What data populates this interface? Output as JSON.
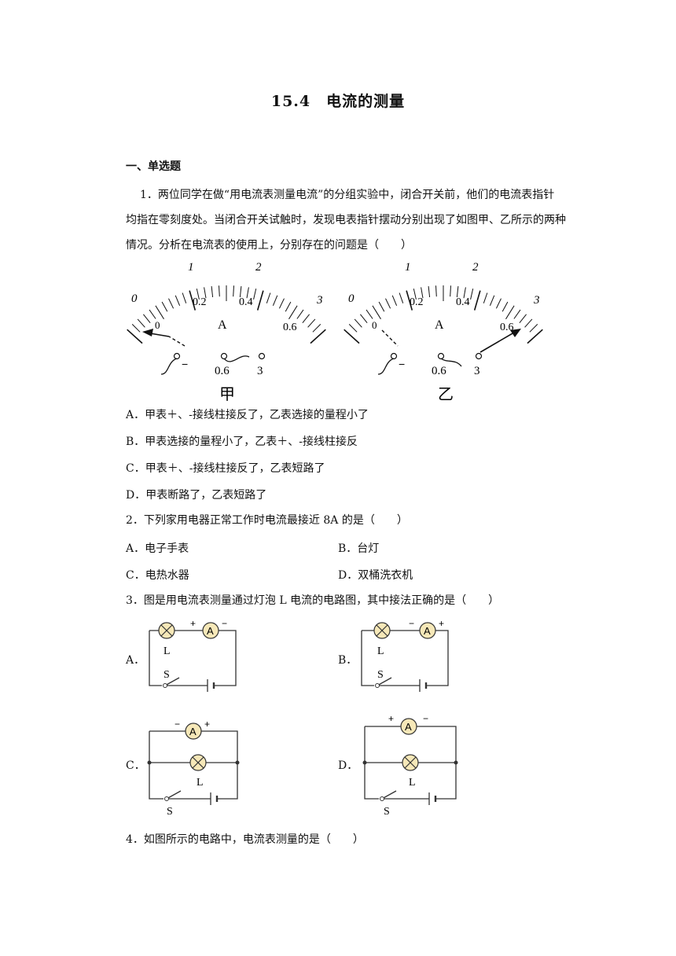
{
  "title": "15.4　电流的测量",
  "section1": "一、单选题",
  "q1": {
    "lines": [
      "1．两位同学在做“用电流表测量电流”的分组实验中，闭合开关前，他们的电流表指针",
      "均指在零刻度处。当闭合开关试触时，发现电表指针摆动分别出现了如图甲、乙所示的两种",
      "情况。分析在电流表的使用上，分别存在的问题是（　　）"
    ],
    "figure": {
      "scale_top": [
        "0",
        "1",
        "2",
        "3"
      ],
      "scale_bottom": [
        "0",
        "0.2",
        "0.4",
        "0.6"
      ],
      "unit": "A",
      "terminal_minus": "−",
      "terminal_06": "0.6",
      "terminal_3": "3",
      "left_caption": "甲",
      "right_caption": "乙"
    },
    "options": [
      "A．甲表＋、-接线柱接反了，乙表选接的量程小了",
      "B．甲表选接的量程小了，乙表＋、-接线柱接反",
      "C．甲表＋、-接线柱接反了，乙表短路了",
      "D．甲表断路了，乙表短路了"
    ]
  },
  "q2": {
    "stem": "2．下列家用电器正常工作时电流最接近 8A 的是（　　）",
    "options": [
      "A．电子手表",
      "B．台灯",
      "C．电热水器",
      "D．双桶洗衣机"
    ]
  },
  "q3": {
    "stem": "3．图是用电流表测量通过灯泡 L 电流的电路图，其中接法正确的是（　　）",
    "labels": [
      "A．",
      "B．",
      "C．",
      "D．"
    ],
    "ammeter": "A",
    "lamp_label": "L",
    "switch_label": "S",
    "plus": "+",
    "minus": "−"
  },
  "q4": {
    "stem": "4．如图所示的电路中，电流表测量的是（　　）"
  }
}
